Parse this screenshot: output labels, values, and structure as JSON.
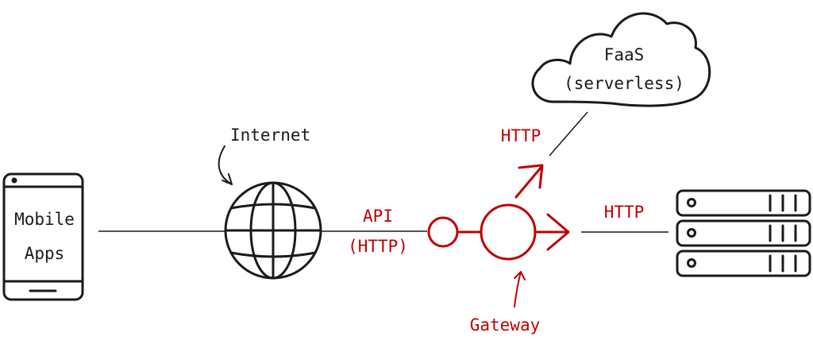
{
  "diagram": {
    "mobile_label_line1": "Mobile",
    "mobile_label_line2": "Apps",
    "internet_label": "Internet",
    "api_label_line1": "API",
    "api_label_line2": "(HTTP)",
    "faas_label_line1": "FaaS",
    "faas_label_line2": "(serverless)",
    "http_to_faas_label": "HTTP",
    "http_to_server_label": "HTTP",
    "gateway_label": "Gateway"
  },
  "colors": {
    "ink": "#1a1a1a",
    "accent": "#c00000"
  }
}
